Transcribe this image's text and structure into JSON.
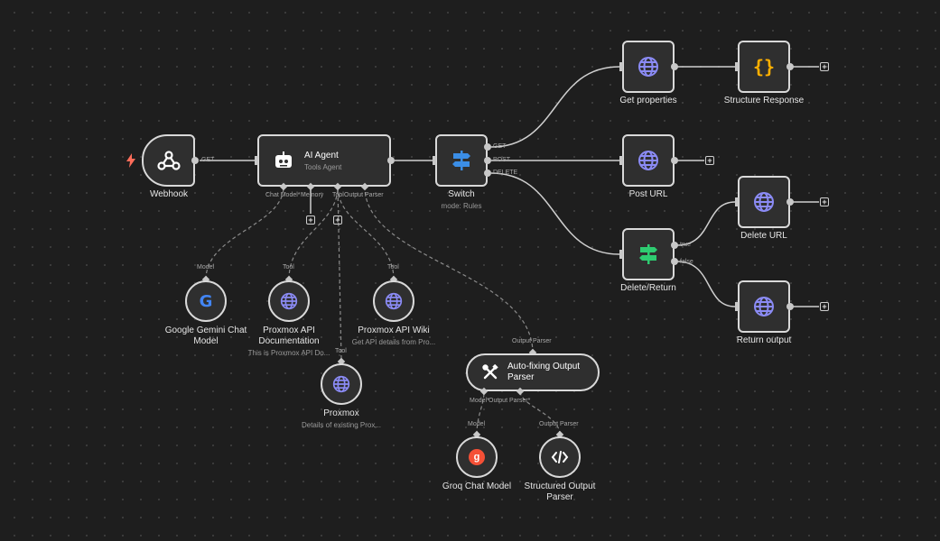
{
  "colors": {
    "canvas": "#1e1e1e",
    "node_bg": "#2f2f2f",
    "node_border": "#d9d9d9",
    "http_icon": "#8b8bf5",
    "switch_icon": "#3b8ee6",
    "if_icon": "#2ecc71",
    "braces_icon": "#ffb000",
    "trigger_bolt": "#ff6d5a",
    "groq": "#f55036"
  },
  "nodes": {
    "webhook": {
      "label": "Webhook",
      "icon": "webhook-icon"
    },
    "ai_agent": {
      "title": "AI Agent",
      "subtitle": "Tools Agent",
      "icon": "robot-icon"
    },
    "switch": {
      "label": "Switch",
      "subtitle": "mode: Rules",
      "icon": "signpost-icon"
    },
    "get_properties": {
      "label": "Get properties",
      "icon": "globe-icon"
    },
    "structure_response": {
      "label": "Structure Response",
      "icon": "braces-icon"
    },
    "post_url": {
      "label": "Post URL",
      "icon": "globe-icon"
    },
    "delete_return": {
      "label": "Delete/Return",
      "icon": "signpost-icon"
    },
    "delete_url": {
      "label": "Delete URL",
      "icon": "globe-icon"
    },
    "return_output": {
      "label": "Return output",
      "icon": "globe-icon"
    },
    "gemini": {
      "label_line1": "Google Gemini Chat",
      "label_line2": "Model",
      "icon": "google-icon"
    },
    "proxmox_api_doc": {
      "label_line1": "Proxmox API",
      "label_line2": "Documentation",
      "subtitle": "This is Proxmox API Do...",
      "icon": "globe-icon"
    },
    "proxmox_api_wiki": {
      "label": "Proxmox API Wiki",
      "subtitle": "Get API details from Pro...",
      "icon": "globe-icon"
    },
    "proxmox": {
      "label": "Proxmox",
      "subtitle": "Details of existing Prox...",
      "icon": "globe-icon"
    },
    "autofix": {
      "label_line1": "Auto-fixing Output",
      "label_line2": "Parser",
      "icon": "tools-icon"
    },
    "groq": {
      "label": "Groq Chat Model",
      "icon": "groq-icon"
    },
    "structured_parser": {
      "label_line1": "Structured Output",
      "label_line2": "Parser",
      "icon": "code-icon"
    }
  },
  "ports": {
    "webhook_out": "GET",
    "agent_chat_model": "Chat Model*",
    "agent_memory": "Memory",
    "agent_tool": "Tool",
    "agent_output_parser": "Output Parser",
    "switch_get": "GET",
    "switch_post": "POST",
    "switch_delete": "DELETE",
    "if_true": "true",
    "if_false": "false",
    "gemini_in": "Model",
    "doc_in": "Tool",
    "wiki_in": "Tool",
    "proxmox_in": "Tool",
    "autofix_in": "Output Parser",
    "autofix_model": "Model*",
    "autofix_parser": "Output Parser*",
    "groq_in": "Model",
    "structured_in": "Output Parser"
  }
}
